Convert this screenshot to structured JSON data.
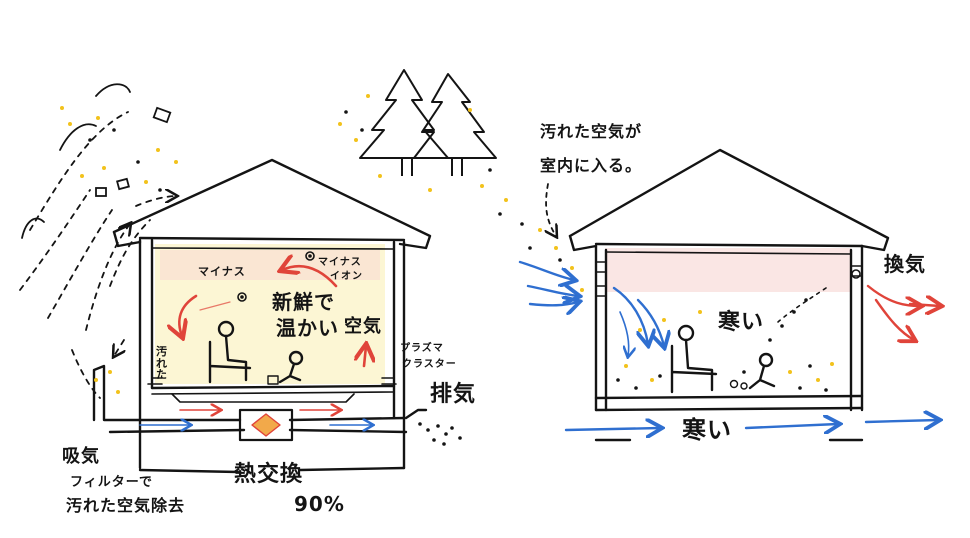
{
  "left_house": {
    "minus_left": "マイナス",
    "minus_ion_1": "マイナス",
    "minus_ion_2": "イオン",
    "fresh_warm_line1": "新鮮で",
    "fresh_warm_line2": "温かい",
    "fresh_warm_suffix": "空気",
    "dirty_side": "汚れた",
    "plasma_line1": "プラズマ",
    "plasma_line2": "クラスター",
    "exhaust": "排気",
    "intake": "吸気",
    "filter_line1": "フィルターで",
    "filter_line2": "汚れた空気除去",
    "heat_exchange": "熱交換",
    "percent": "90%"
  },
  "right_house": {
    "dirty_air_line1": "汚れた空気が",
    "dirty_air_line2": "室内に入る。",
    "ventilation": "換気",
    "cold_room": "寒い",
    "cold_floor": "寒い"
  },
  "colors": {
    "ink": "#141414",
    "blue": "#2f6fd0",
    "red": "#e0443a",
    "yellow": "#f2c21b",
    "pink_wash": "#f7d6d2",
    "yellow_wash": "#fbf3c6"
  }
}
